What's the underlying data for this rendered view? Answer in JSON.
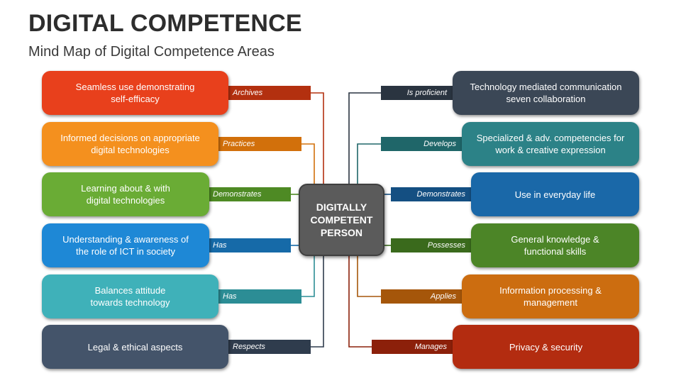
{
  "title": "DIGITAL COMPETENCE",
  "subtitle": "Mind Map of Digital Competence Areas",
  "center": {
    "label": "DIGITALLY\nCOMPETENT\nPERSON",
    "color": "#5b5b5b"
  },
  "left_items": [
    {
      "text": "Seamless use demonstrating\nself-efficacy",
      "relation": "Archives",
      "color": "#e8401c",
      "tag_color": "#b3300f"
    },
    {
      "text": "Informed decisions on appropriate\ndigital technologies",
      "relation": "Practices",
      "color": "#f4901e",
      "tag_color": "#d2700b"
    },
    {
      "text": "Learning about & with\ndigital technologies",
      "relation": "Demonstrates",
      "color": "#6aac35",
      "tag_color": "#4e8a24"
    },
    {
      "text": "Understanding & awareness of\nthe role of ICT in society",
      "relation": "Has",
      "color": "#1e88d6",
      "tag_color": "#166aa8"
    },
    {
      "text": "Balances attitude\ntowards technology",
      "relation": "Has",
      "color": "#3fb1b9",
      "tag_color": "#2c8d95"
    },
    {
      "text": "Legal & ethical aspects",
      "relation": "Respects",
      "color": "#44546a",
      "tag_color": "#2f3c4d"
    }
  ],
  "right_items": [
    {
      "text": "Technology mediated communication\nseven collaboration",
      "relation": "Is proficient",
      "color": "#3b4756",
      "tag_color": "#2a3440"
    },
    {
      "text": "Specialized & adv. competencies for\nwork & creative expression",
      "relation": "Develops",
      "color": "#2c8287",
      "tag_color": "#1f6669"
    },
    {
      "text": "Use in everyday life",
      "relation": "Demonstrates",
      "color": "#1a68a8",
      "tag_color": "#144f82"
    },
    {
      "text": "General knowledge &\nfunctional skills",
      "relation": "Possesses",
      "color": "#4c8527",
      "tag_color": "#3a6a1c"
    },
    {
      "text": "Information processing &\nmanagement",
      "relation": "Applies",
      "color": "#cc6d10",
      "tag_color": "#a5560a"
    },
    {
      "text": "Privacy & security",
      "relation": "Manages",
      "color": "#b32c10",
      "tag_color": "#8c200a"
    }
  ]
}
